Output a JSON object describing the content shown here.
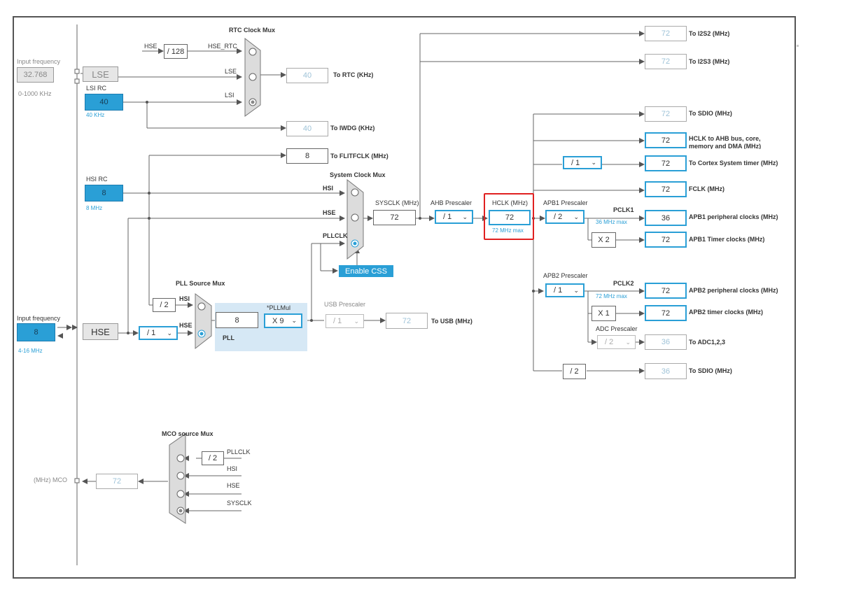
{
  "left": {
    "lse_input_label": "Input frequency",
    "lse_input_value": "32.768",
    "lse_range": "0-1000 KHz",
    "lse_label": "LSE",
    "lsi_rc_label": "LSI RC",
    "lsi_value": "40",
    "lsi_freq": "40 KHz",
    "hsi_rc_label": "HSI RC",
    "hsi_value": "8",
    "hsi_freq": "8 MHz",
    "hse_input_label": "Input frequency",
    "hse_input_value": "8",
    "hse_range": "4-16 MHz",
    "hse_label": "HSE"
  },
  "rtc": {
    "mux_title": "RTC Clock Mux",
    "hse_label": "HSE",
    "div128": "/ 128",
    "hse_rtc": "HSE_RTC",
    "lse": "LSE",
    "lsi": "LSI",
    "rtc_value": "40",
    "rtc_label": "To RTC (KHz)",
    "iwdg_value": "40",
    "iwdg_label": "To IWDG (KHz)",
    "flit_value": "8",
    "flit_label": "To FLITFCLK (MHz)"
  },
  "sysmux": {
    "title": "System Clock Mux",
    "hsi": "HSI",
    "hse": "HSE",
    "pllclk": "PLLCLK",
    "enable_css": "Enable CSS",
    "sysclk_label": "SYSCLK (MHz)",
    "sysclk_value": "72"
  },
  "pll": {
    "source_title": "PLL Source Mux",
    "div2": "/ 2",
    "hsi": "HSI",
    "hse": "HSE",
    "hse_div": "/ 1",
    "input_value": "8",
    "pllmul_label": "*PLLMul",
    "pllmul_value": "X 9",
    "pll_label": "PLL"
  },
  "usb": {
    "title": "USB Prescaler",
    "div": "/ 1",
    "value": "72",
    "label": "To USB (MHz)"
  },
  "ahb": {
    "title": "AHB Prescaler",
    "div": "/ 1",
    "hclk_label": "HCLK (MHz)",
    "hclk_value": "72",
    "hclk_max": "72 MHz max"
  },
  "outputs": {
    "i2s2_value": "72",
    "i2s2_label": "To I2S2 (MHz)",
    "i2s3_value": "72",
    "i2s3_label": "To I2S3 (MHz)",
    "sdio_value": "72",
    "sdio_label": "To SDIO (MHz)",
    "hclk_bus_value": "72",
    "hclk_bus_label": "HCLK to AHB bus, core, memory and DMA (MHz)",
    "cortex_div": "/ 1",
    "cortex_value": "72",
    "cortex_label": "To Cortex System timer (MHz)",
    "fclk_value": "72",
    "fclk_label": "FCLK (MHz)",
    "sdio2_div": "/ 2",
    "sdio2_value": "36",
    "sdio2_label": "To SDIO (MHz)"
  },
  "apb1": {
    "title": "APB1 Prescaler",
    "div": "/ 2",
    "pclk": "PCLK1",
    "max": "36 MHz max",
    "periph_value": "36",
    "periph_label": "APB1 peripheral clocks (MHz)",
    "timer_mul": "X 2",
    "timer_value": "72",
    "timer_label": "APB1 Timer clocks (MHz)"
  },
  "apb2": {
    "title": "APB2 Prescaler",
    "div": "/ 1",
    "pclk": "PCLK2",
    "max": "72 MHz max",
    "periph_value": "72",
    "periph_label": "APB2 peripheral clocks (MHz)",
    "timer_mul": "X 1",
    "timer_value": "72",
    "timer_label": "APB2 timer clocks (MHz)",
    "adc_title": "ADC Prescaler",
    "adc_div": "/ 2",
    "adc_value": "36",
    "adc_label": "To ADC1,2,3"
  },
  "mco": {
    "title": "MCO source Mux",
    "div2": "/ 2",
    "pllclk": "PLLCLK",
    "hsi": "HSI",
    "hse": "HSE",
    "sysclk": "SYSCLK",
    "value": "72",
    "label": "(MHz) MCO"
  },
  "colors": {
    "accent": "#2a9fd6",
    "highlight": "#e02020",
    "panel": "#d6e8f5"
  }
}
